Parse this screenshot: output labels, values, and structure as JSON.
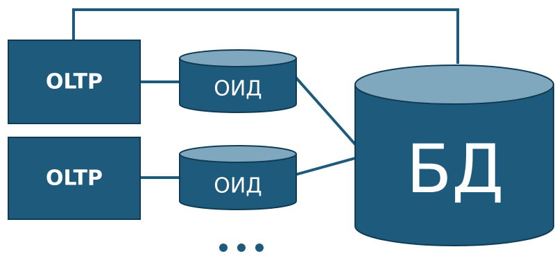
{
  "nodes": {
    "oltp_1": {
      "label": "OLTP"
    },
    "oltp_2": {
      "label": "OLTP"
    },
    "oid_1": {
      "label": "ОИД"
    },
    "oid_2": {
      "label": "ОИД"
    },
    "db": {
      "label": "БД"
    }
  },
  "colors": {
    "fill": "#1e5a7c",
    "stroke": "#0f3b55",
    "cylinder_top": "#7fa7be",
    "text": "#ffffff"
  },
  "ellipsis_dots": 3
}
